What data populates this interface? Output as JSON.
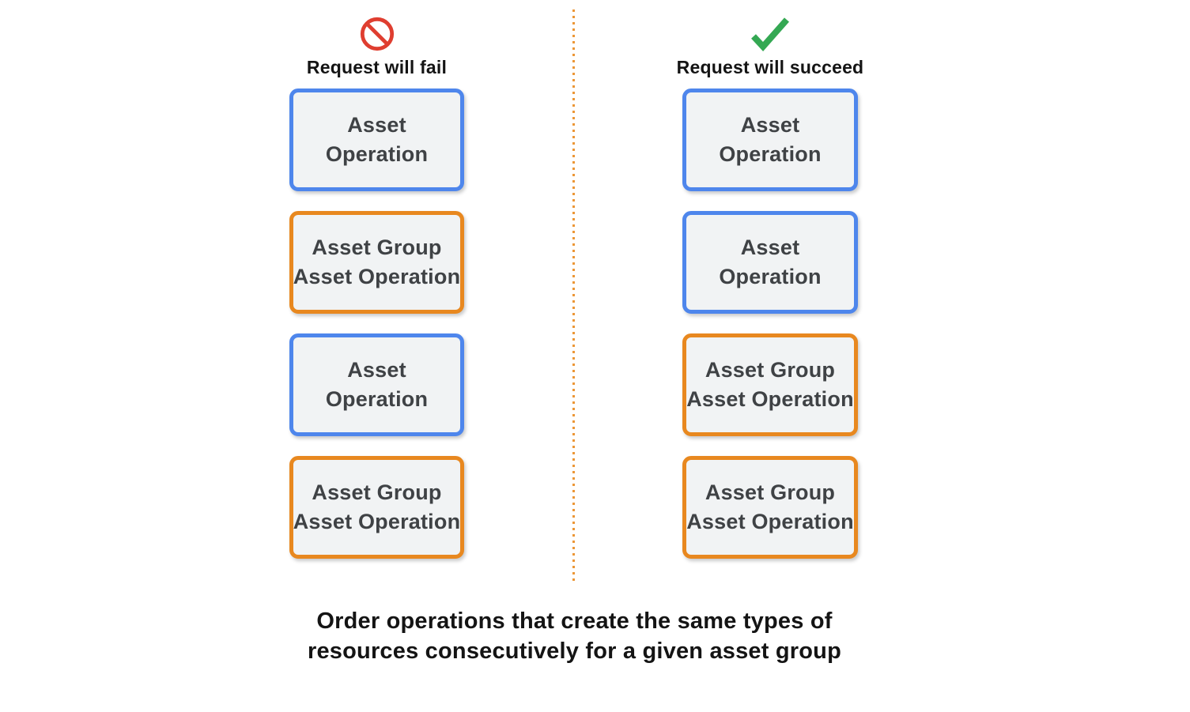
{
  "colors": {
    "blue_border": "#4e86ec",
    "orange_border": "#e8881f",
    "box_fill": "#f1f3f4",
    "box_text": "#3f4245",
    "fail_icon_red": "#df3e30",
    "success_icon_green": "#34a853",
    "divider_orange": "#ec9737",
    "heading_text": "#141414"
  },
  "fail_column": {
    "title": "Request will fail",
    "icon": "prohibited-icon",
    "boxes": [
      {
        "type": "asset-operation",
        "color": "blue",
        "lines": [
          "Asset",
          "Operation"
        ]
      },
      {
        "type": "asset-group-asset-operation",
        "color": "orange",
        "lines": [
          "Asset Group",
          "Asset Operation"
        ]
      },
      {
        "type": "asset-operation",
        "color": "blue",
        "lines": [
          "Asset",
          "Operation"
        ]
      },
      {
        "type": "asset-group-asset-operation",
        "color": "orange",
        "lines": [
          "Asset Group",
          "Asset Operation"
        ]
      }
    ]
  },
  "success_column": {
    "title": "Request will succeed",
    "icon": "check-icon",
    "boxes": [
      {
        "type": "asset-operation",
        "color": "blue",
        "lines": [
          "Asset",
          "Operation"
        ]
      },
      {
        "type": "asset-operation",
        "color": "blue",
        "lines": [
          "Asset",
          "Operation"
        ]
      },
      {
        "type": "asset-group-asset-operation",
        "color": "orange",
        "lines": [
          "Asset Group",
          "Asset Operation"
        ]
      },
      {
        "type": "asset-group-asset-operation",
        "color": "orange",
        "lines": [
          "Asset Group",
          "Asset Operation"
        ]
      }
    ]
  },
  "caption": {
    "line1": "Order operations that create the same types of",
    "line2": "resources consecutively for a given asset group"
  }
}
